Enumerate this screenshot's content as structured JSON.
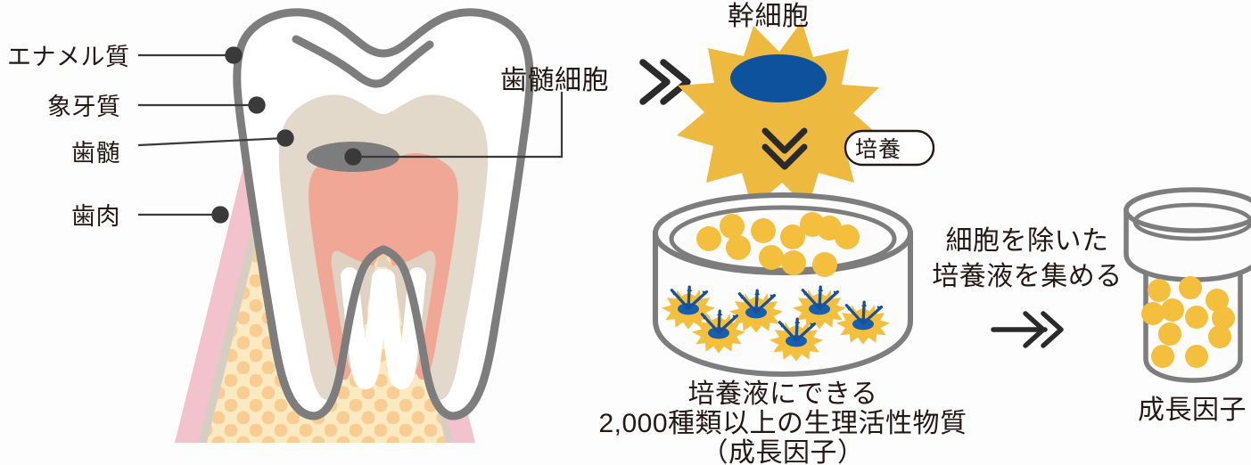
{
  "diagram": {
    "title_semantic": "dental-pulp-stem-cell-culture-process",
    "tooth_labels": [
      {
        "id": "enamel",
        "text": "エナメル質"
      },
      {
        "id": "dentin",
        "text": "象牙質"
      },
      {
        "id": "pulp",
        "text": "歯髄"
      },
      {
        "id": "gingiva",
        "text": "歯肉"
      }
    ],
    "callouts": {
      "pulp_cells": "歯髄細胞",
      "stem_cell": "幹細胞",
      "culture_pill": "培養",
      "collect_medium_line1": "細胞を除いた",
      "collect_medium_line2": "培養液を集める"
    },
    "captions": {
      "dish_line1": "培養液にできる",
      "dish_line2": "2,000種類以上の生理活性物質",
      "dish_line3": "（成長因子）",
      "jar_label": "成長因子"
    },
    "icons": {
      "chevron_right": "double-chevron-right-icon",
      "chevron_down": "double-chevron-down-icon",
      "long_arrow_right": "long-arrow-right-icon",
      "stem_cell_star": "stem-cell-star-icon",
      "petri_dish": "petri-dish-icon",
      "collection_jar": "collection-jar-icon",
      "tooth": "tooth-cross-section-icon",
      "secreting_cell": "secreting-cell-star-icon",
      "growth_factor_dot": "growth-factor-dot-icon"
    },
    "colors": {
      "outline_gray": "#7d7d7d",
      "enamel_white": "#ffffff",
      "dentin_beige": "#e2d9ca",
      "pulp_salmon": "#f0a795",
      "pulp_core": "#dfd2c2",
      "pulp_cell_oval": "#7d7d7d",
      "gingiva_pink": "#f2c2cd",
      "bone_yellow": "#fbe9c2",
      "bone_dot": "#f9cd92",
      "cement_gray": "#d6cec2",
      "cell_gold": "#edb93f",
      "nucleus_blue": "#0e529e",
      "arrow_blue": "#1a63b5",
      "text_dark": "#231815",
      "leader_line": "#3a3a3a",
      "glass_fill": "#fcfcfc"
    },
    "counts": {
      "medium_surface_dots": 11,
      "secreting_cells": 6,
      "jar_dots": 11,
      "arrows_per_cell": 3
    }
  }
}
